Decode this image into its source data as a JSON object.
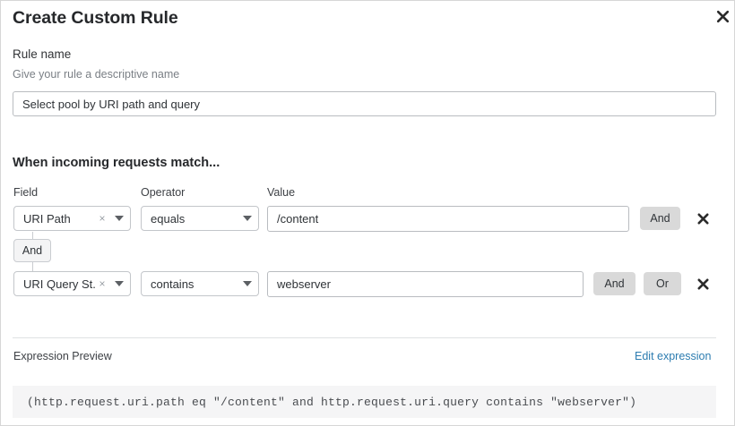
{
  "modal": {
    "title": "Create Custom Rule",
    "close_icon": "close-icon"
  },
  "rule_name": {
    "label": "Rule name",
    "help": "Give your rule a descriptive name",
    "value": "Select pool by URI path and query",
    "placeholder": "Select pool by URI path and query"
  },
  "match_section": {
    "heading": "When incoming requests match...",
    "columns": {
      "field": "Field",
      "operator": "Operator",
      "value": "Value"
    },
    "conditions": [
      {
        "field": "URI Path",
        "operator": "equals",
        "value": "/content",
        "buttons": [
          "And"
        ],
        "delete_label": "✕"
      },
      {
        "field": "URI Query St...",
        "operator": "contains",
        "value": "webserver",
        "buttons": [
          "And",
          "Or"
        ],
        "delete_label": "✕"
      }
    ],
    "connector": "And",
    "clear_icon": "×"
  },
  "expression": {
    "label": "Expression Preview",
    "edit_link": "Edit expression",
    "text": "(http.request.uri.path eq \"/content\" and http.request.uri.query contains \"webserver\")"
  },
  "colors": {
    "accent_link": "#2c7cb0",
    "pill_bg": "#d9d9d9",
    "badge_bg": "#f4f4f5",
    "expr_bg": "#f5f5f6",
    "border": "#c3c6ca",
    "text": "#26282b",
    "muted": "#7a7f85"
  }
}
